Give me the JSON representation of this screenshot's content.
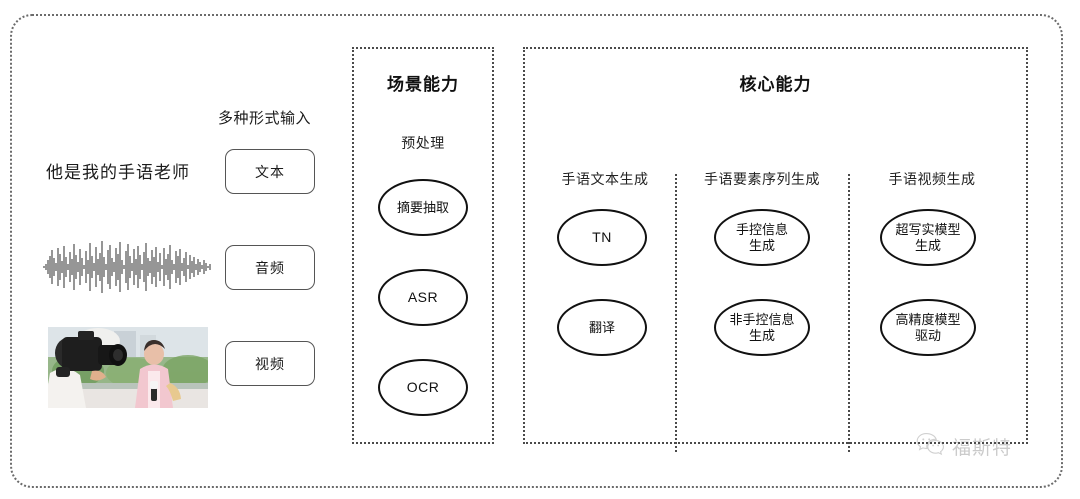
{
  "diagram": {
    "outer_frame": {
      "style": "dotted-rounded"
    },
    "left_section": {
      "input_label": "多种形式输入",
      "sample_sentence": "他是我的手语老师",
      "modalities": [
        {
          "name": "text-modality",
          "label": "文本",
          "media": "sentence"
        },
        {
          "name": "audio-modality",
          "label": "音频",
          "media": "waveform"
        },
        {
          "name": "video-modality",
          "label": "视频",
          "media": "thumbnail"
        }
      ]
    },
    "scene_panel": {
      "title": "场景能力",
      "subtitle": "预处理",
      "nodes": [
        {
          "label": "摘要抽取",
          "script": "cjk"
        },
        {
          "label": "ASR",
          "script": "latin"
        },
        {
          "label": "OCR",
          "script": "latin"
        }
      ]
    },
    "core_panel": {
      "title": "核心能力",
      "columns": [
        {
          "heading": "手语文本生成",
          "nodes": [
            {
              "label": "TN",
              "script": "latin"
            },
            {
              "label": "翻译",
              "script": "cjk"
            }
          ]
        },
        {
          "heading": "手语要素序列生成",
          "nodes": [
            {
              "label": "手控信息\n生成",
              "script": "cjk"
            },
            {
              "label": "非手控信息\n生成",
              "script": "cjk"
            }
          ]
        },
        {
          "heading": "手语视频生成",
          "nodes": [
            {
              "label": "超写实模型\n生成",
              "script": "cjk"
            },
            {
              "label": "高精度模型\n驱动",
              "script": "cjk"
            }
          ]
        }
      ]
    },
    "watermark": {
      "text": "福斯特",
      "icon": "wechat-icon"
    },
    "colors": {
      "stroke": "#111111",
      "dotted_border": "#4a4a4a",
      "outer_border": "#6b6b6b",
      "text": "#1b1b1b",
      "background": "#ffffff"
    }
  }
}
